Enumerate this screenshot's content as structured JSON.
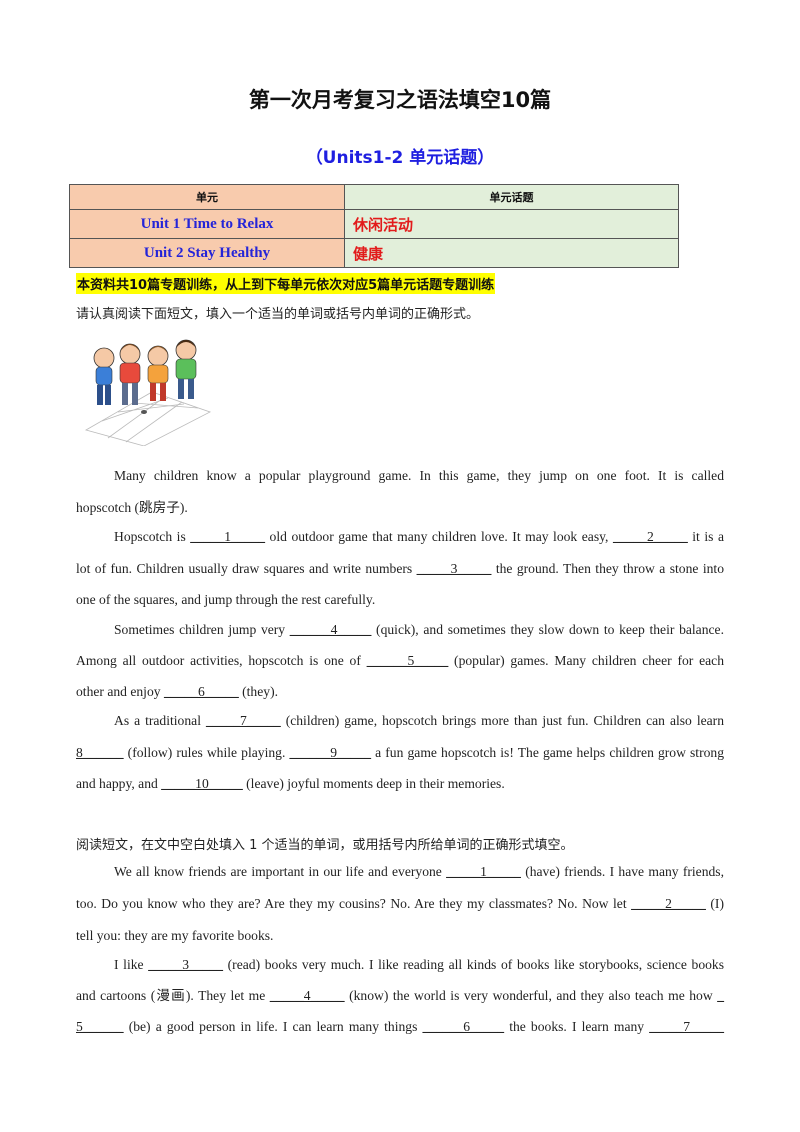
{
  "header": {
    "title": "第一次月考复习之语法填空10篇",
    "subtitle": "（Units1-2 单元话题）"
  },
  "table": {
    "col_unit": "单元",
    "col_topic": "单元话题",
    "rows": [
      {
        "unit": "Unit 1 Time to Relax",
        "topic": "休闲活动"
      },
      {
        "unit": "Unit 2 Stay Healthy",
        "topic": "健康"
      }
    ]
  },
  "note": "本资料共10篇专题训练，从上到下每单元依次对应5篇单元话题专题训练",
  "passage1": {
    "instruction": "请认真阅读下面短文，填入一个适当的单词或括号内单词的正确形式。",
    "image_icon": "children-playing-hopscotch-illustration",
    "l1": "Many children know a popular playground game. In this game, they jump on one foot. It is called",
    "l2": "hopscotch (跳房子).",
    "l3a": "Hopscotch is ",
    "b1": "_____1_____",
    "l3b": " old outdoor game that many children love. It may look easy, ",
    "b2": "_____2_____",
    "l3c": " it is a",
    "l4a": "lot of fun. Children usually draw squares and write numbers ",
    "b3": "_____3_____",
    "l4b": " the ground. Then they throw a stone into",
    "l5": "one of the squares, and jump through the rest carefully.",
    "l6a": "Sometimes children jump very ",
    "b4": "______4_____",
    "l6b": " (quick), and sometimes they slow down to keep their balance.",
    "l7a": "Among all outdoor activities, hopscotch is one of ",
    "b5": "______5_____",
    "l7b": " (popular) games. Many children cheer for each",
    "l8a": "other and enjoy ",
    "b6": "_____6_____",
    "l8b": " (they).",
    "l9a": "As a traditional ",
    "b7": "_____7_____",
    "l9b": " (children) game, hopscotch brings more than just fun. Children can also learn",
    "b8": "8______",
    "l10a": " (follow) rules while playing. ",
    "b9": "______9_____",
    "l10b": " a fun game hopscotch is! The game helps children grow strong",
    "l11a": "and happy, and ",
    "b10": "_____10_____",
    "l11b": " (leave) joyful moments deep in their memories."
  },
  "passage2": {
    "instruction": "阅读短文，在文中空白处填入 1 个适当的单词，或用括号内所给单词的正确形式填空。",
    "l1a": "We all know friends are important in our life and everyone ",
    "b1": "_____1_____",
    "l1b": " (have) friends. I have many friends,",
    "l2a": "too. Do you know who they are? Are they my cousins? No. Are they my classmates? No. Now let ",
    "b2": "_____2_____",
    "l2b": " (I)",
    "l3": "tell you: they are my favorite books.",
    "l4a": "I like ",
    "b3": "_____3_____",
    "l4b": " (read) books very much. I like reading all kinds of books like storybooks, science books",
    "l5a": "and cartoons (漫画). They let me ",
    "b4": "_____4_____",
    "l5b": " (know) the world is very wonderful, and they also teach me how ",
    "l5c": "_",
    "b5": "5______",
    "l6a": " (be) a good person in life. I can learn many things ",
    "b6": "______6_____",
    "l6b": " the books. I learn many ",
    "b7": "_____7_____"
  }
}
